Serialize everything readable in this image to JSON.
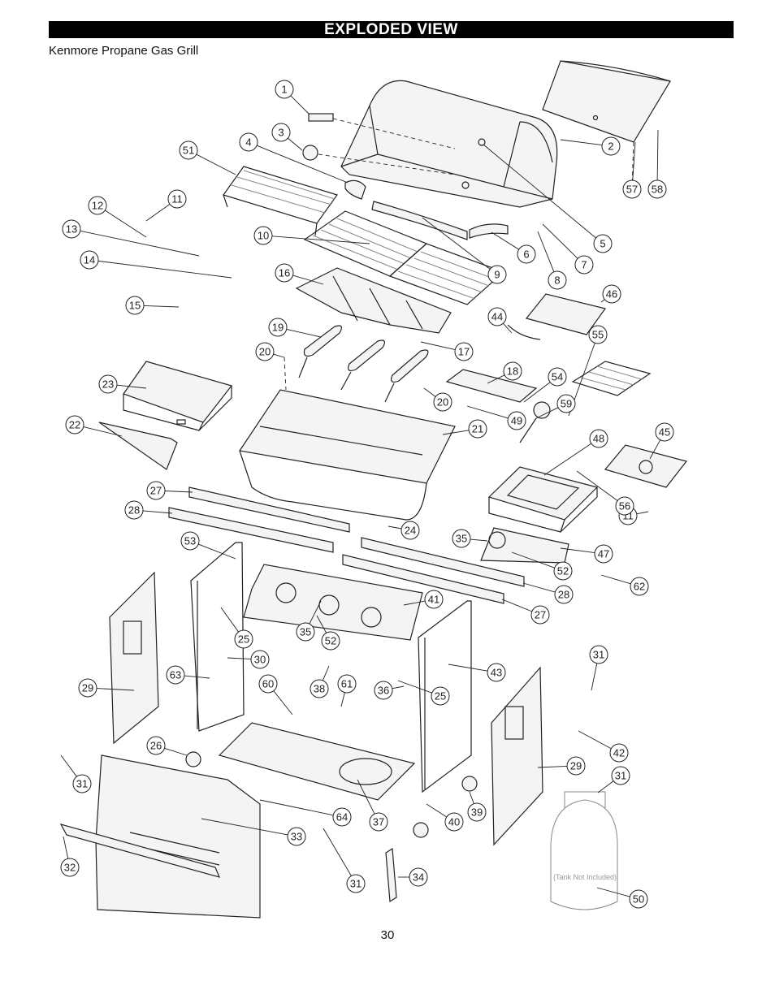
{
  "header": {
    "title": "EXPLODED VIEW"
  },
  "subtitle": "Kenmore Propane Gas Grill",
  "page_number": "30",
  "tank_note": "(Tank Not Included)",
  "callouts": [
    "1",
    "2",
    "3",
    "4",
    "5",
    "6",
    "7",
    "8",
    "9",
    "10",
    "11",
    "11",
    "12",
    "13",
    "14",
    "15",
    "16",
    "17",
    "18",
    "19",
    "20",
    "20",
    "21",
    "22",
    "23",
    "24",
    "25",
    "25",
    "26",
    "27",
    "27",
    "28",
    "28",
    "29",
    "29",
    "30",
    "31",
    "31",
    "31",
    "31",
    "32",
    "33",
    "34",
    "35",
    "35",
    "36",
    "37",
    "38",
    "39",
    "40",
    "41",
    "42",
    "43",
    "44",
    "45",
    "46",
    "47",
    "48",
    "49",
    "50",
    "51",
    "52",
    "52",
    "53",
    "54",
    "55",
    "56",
    "57",
    "58",
    "59",
    "60",
    "61",
    "62",
    "63",
    "64"
  ]
}
